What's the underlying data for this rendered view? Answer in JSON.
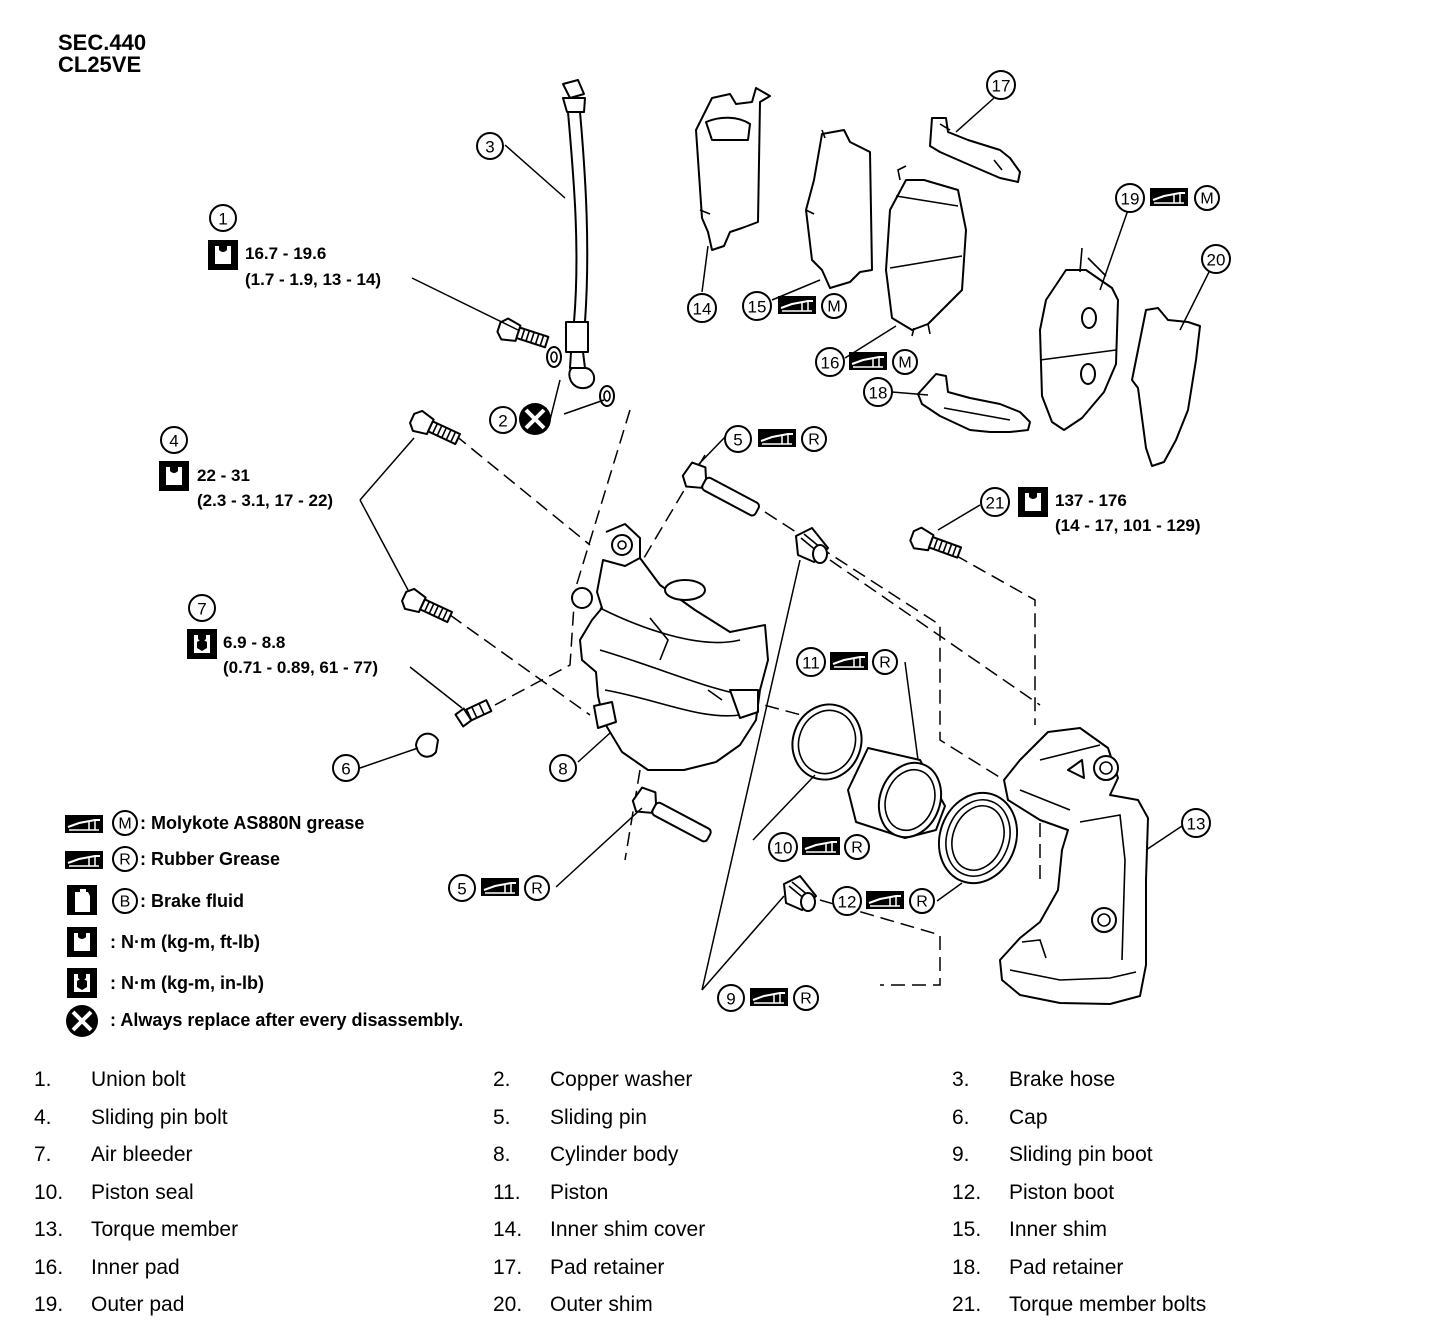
{
  "header": {
    "section": "SEC.440",
    "model": "CL25VE"
  },
  "callouts": {
    "c1": "1",
    "c2": "2",
    "c3": "3",
    "c4": "4",
    "c5a": "5",
    "c5b": "5",
    "c6": "6",
    "c7": "7",
    "c8": "8",
    "c9": "9",
    "c10": "10",
    "c11": "11",
    "c12": "12",
    "c13": "13",
    "c14": "14",
    "c15": "15",
    "c16": "16",
    "c17": "17",
    "c18": "18",
    "c19": "19",
    "c20": "20",
    "c21": "21"
  },
  "grease_letters": {
    "molykote": "M",
    "rubber": "R",
    "fluid": "B"
  },
  "torque_specs": {
    "part1": {
      "main": "16.7 - 19.6",
      "alt": "(1.7 - 1.9, 13 - 14)"
    },
    "part4": {
      "main": "22 - 31",
      "alt": "(2.3 - 3.1, 17 - 22)"
    },
    "part7": {
      "main": "6.9 - 8.8",
      "alt": "(0.71 - 0.89, 61 - 77)"
    },
    "part21": {
      "main": "137 - 176",
      "alt": "(14 - 17, 101 - 129)"
    }
  },
  "legend": {
    "molykote": ": Molykote AS880N grease",
    "rubber": ": Rubber Grease",
    "fluid": ": Brake fluid",
    "torque_ftlb": ": N·m (kg-m, ft-lb)",
    "torque_inlb": ": N·m (kg-m, in-lb)",
    "replace": ": Always replace after every disassembly."
  },
  "icons": {
    "grease": "grease-tube-icon",
    "fluid": "brake-fluid-can-icon",
    "torque_ftlb": "torque-wrench-icon",
    "torque_inlb": "torque-wrench-filled-icon",
    "replace": "always-replace-x-icon"
  },
  "parts_list": [
    {
      "num": "1.",
      "name": "Union bolt"
    },
    {
      "num": "2.",
      "name": "Copper washer"
    },
    {
      "num": "3.",
      "name": "Brake hose"
    },
    {
      "num": "4.",
      "name": "Sliding pin bolt"
    },
    {
      "num": "5.",
      "name": "Sliding pin"
    },
    {
      "num": "6.",
      "name": "Cap"
    },
    {
      "num": "7.",
      "name": "Air bleeder"
    },
    {
      "num": "8.",
      "name": "Cylinder body"
    },
    {
      "num": "9.",
      "name": "Sliding pin boot"
    },
    {
      "num": "10.",
      "name": "Piston seal"
    },
    {
      "num": "11.",
      "name": "Piston"
    },
    {
      "num": "12.",
      "name": "Piston boot"
    },
    {
      "num": "13.",
      "name": "Torque member"
    },
    {
      "num": "14.",
      "name": "Inner shim cover"
    },
    {
      "num": "15.",
      "name": "Inner shim"
    },
    {
      "num": "16.",
      "name": "Inner pad"
    },
    {
      "num": "17.",
      "name": "Pad retainer"
    },
    {
      "num": "18.",
      "name": "Pad retainer"
    },
    {
      "num": "19.",
      "name": "Outer pad"
    },
    {
      "num": "20.",
      "name": "Outer shim"
    },
    {
      "num": "21.",
      "name": "Torque member bolts"
    }
  ]
}
